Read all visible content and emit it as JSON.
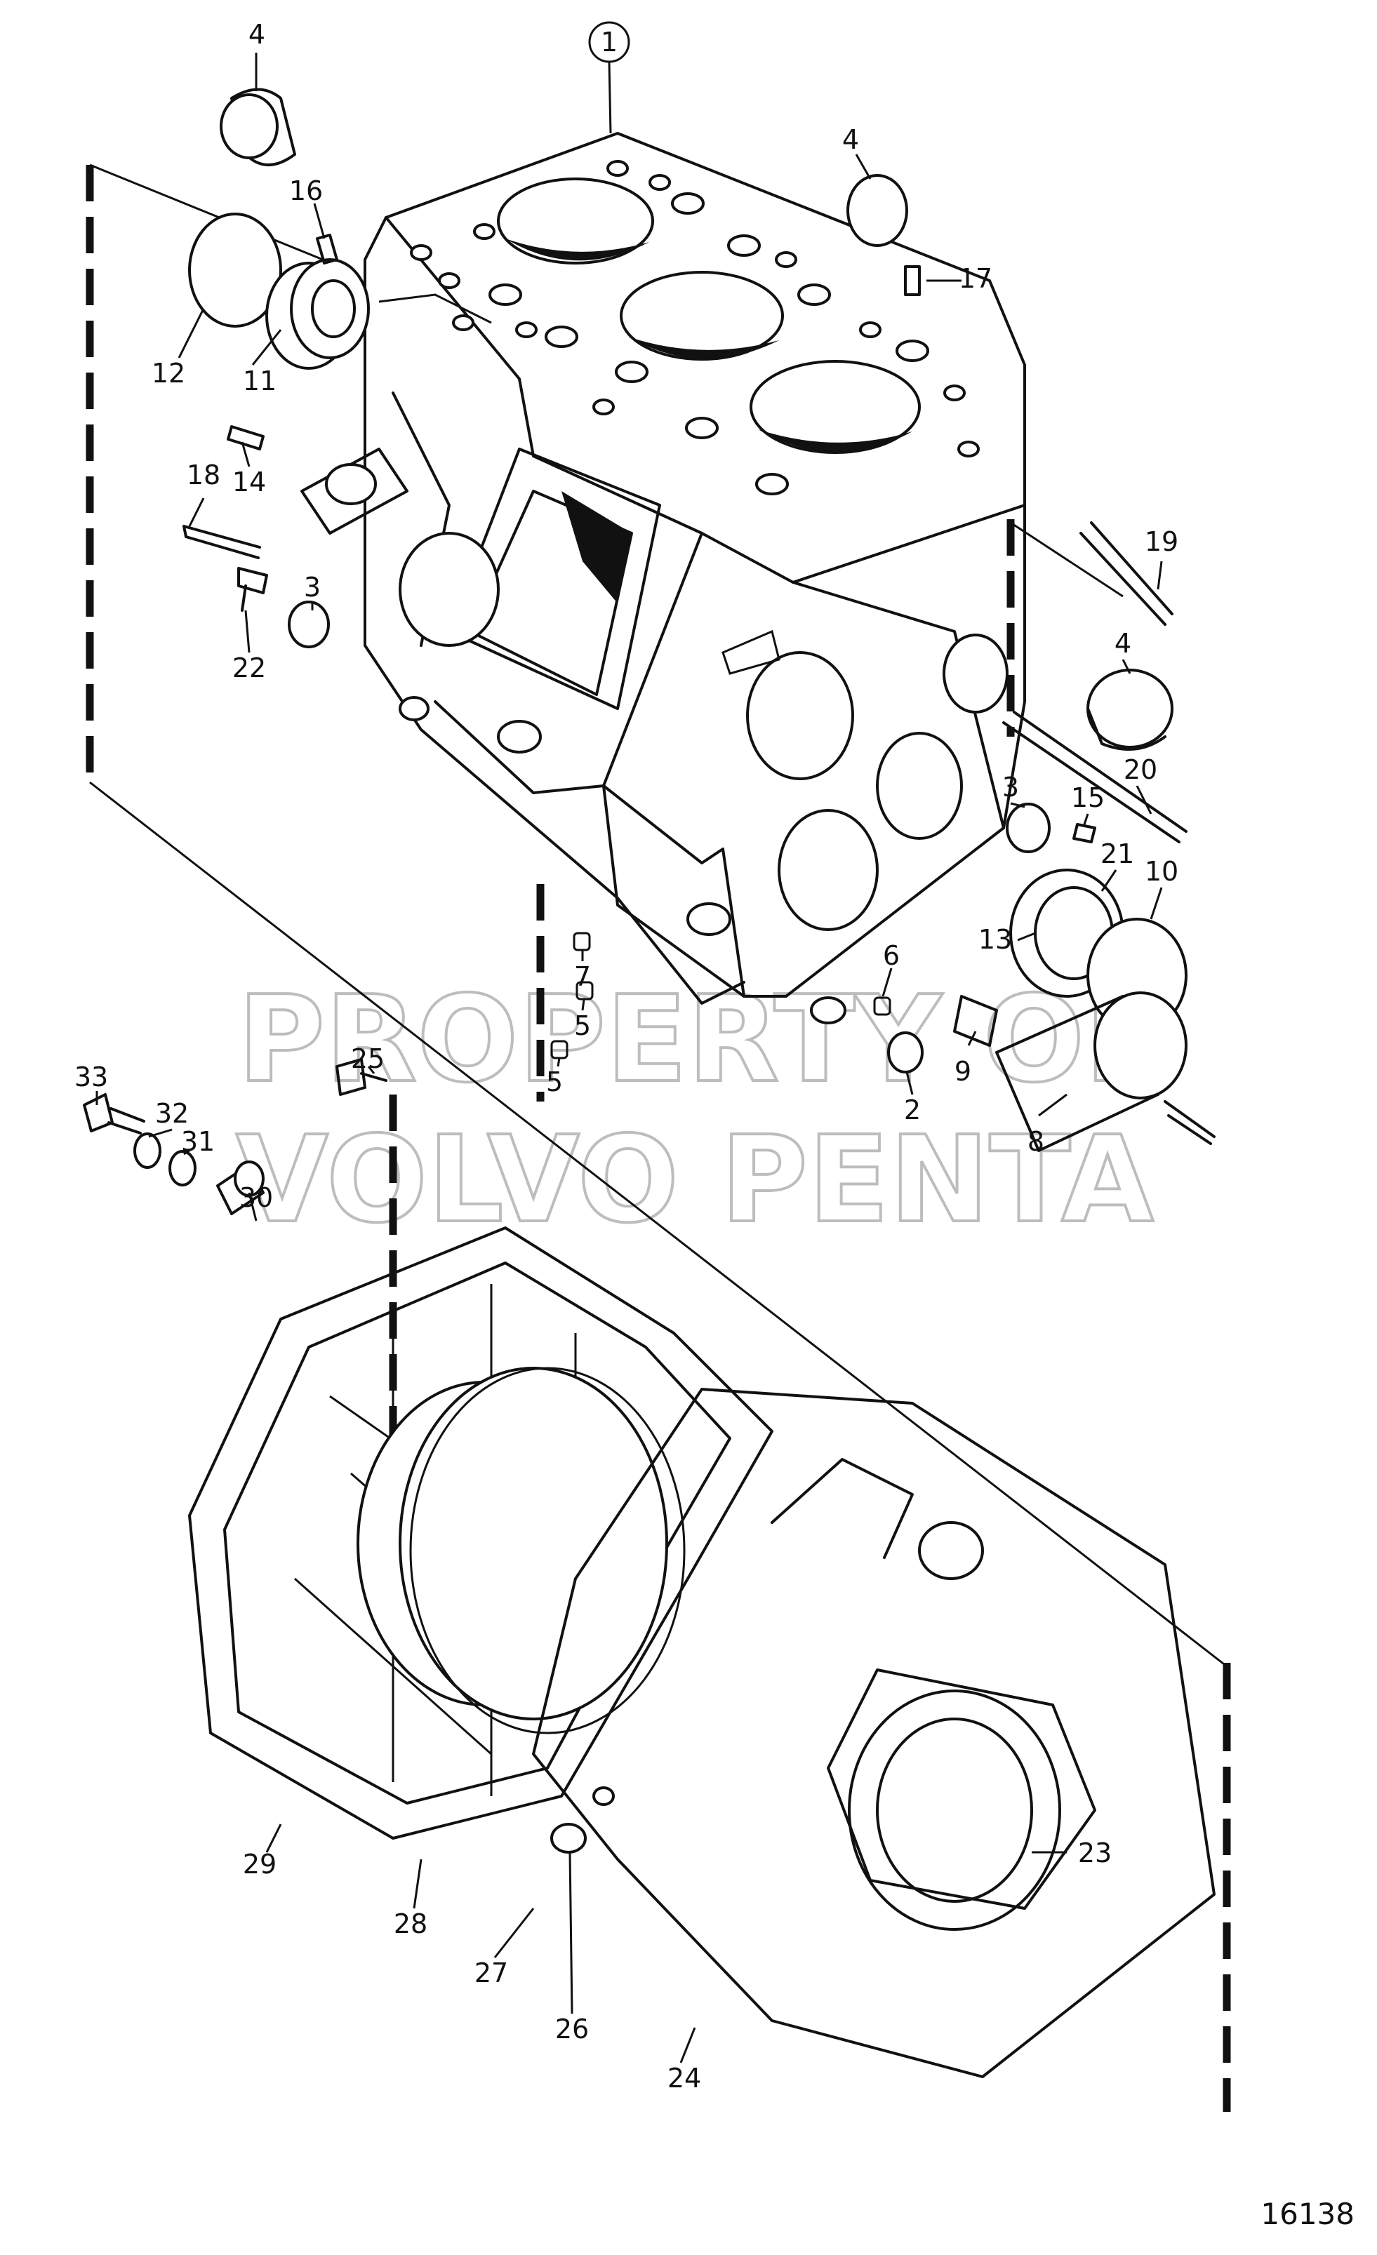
{
  "diagram": {
    "figure_number": "16138",
    "watermark_line1": "PROPERTY OF",
    "watermark_line2": "VOLVO PENTA",
    "callouts": {
      "c1": "1",
      "c2": "2",
      "c3a": "3",
      "c3b": "3",
      "c4a": "4",
      "c4b": "4",
      "c4c": "4",
      "c5a": "5",
      "c5b": "5",
      "c6": "6",
      "c7": "7",
      "c8": "8",
      "c9": "9",
      "c10": "10",
      "c11": "11",
      "c12": "12",
      "c13": "13",
      "c14": "14",
      "c15": "15",
      "c16": "16",
      "c17": "17",
      "c18": "18",
      "c19": "19",
      "c20": "20",
      "c21": "21",
      "c22": "22",
      "c23": "23",
      "c24": "24",
      "c25": "25",
      "c26": "26",
      "c27": "27",
      "c28": "28",
      "c29": "29",
      "c30": "30",
      "c31": "31",
      "c32": "32",
      "c33": "33"
    }
  }
}
